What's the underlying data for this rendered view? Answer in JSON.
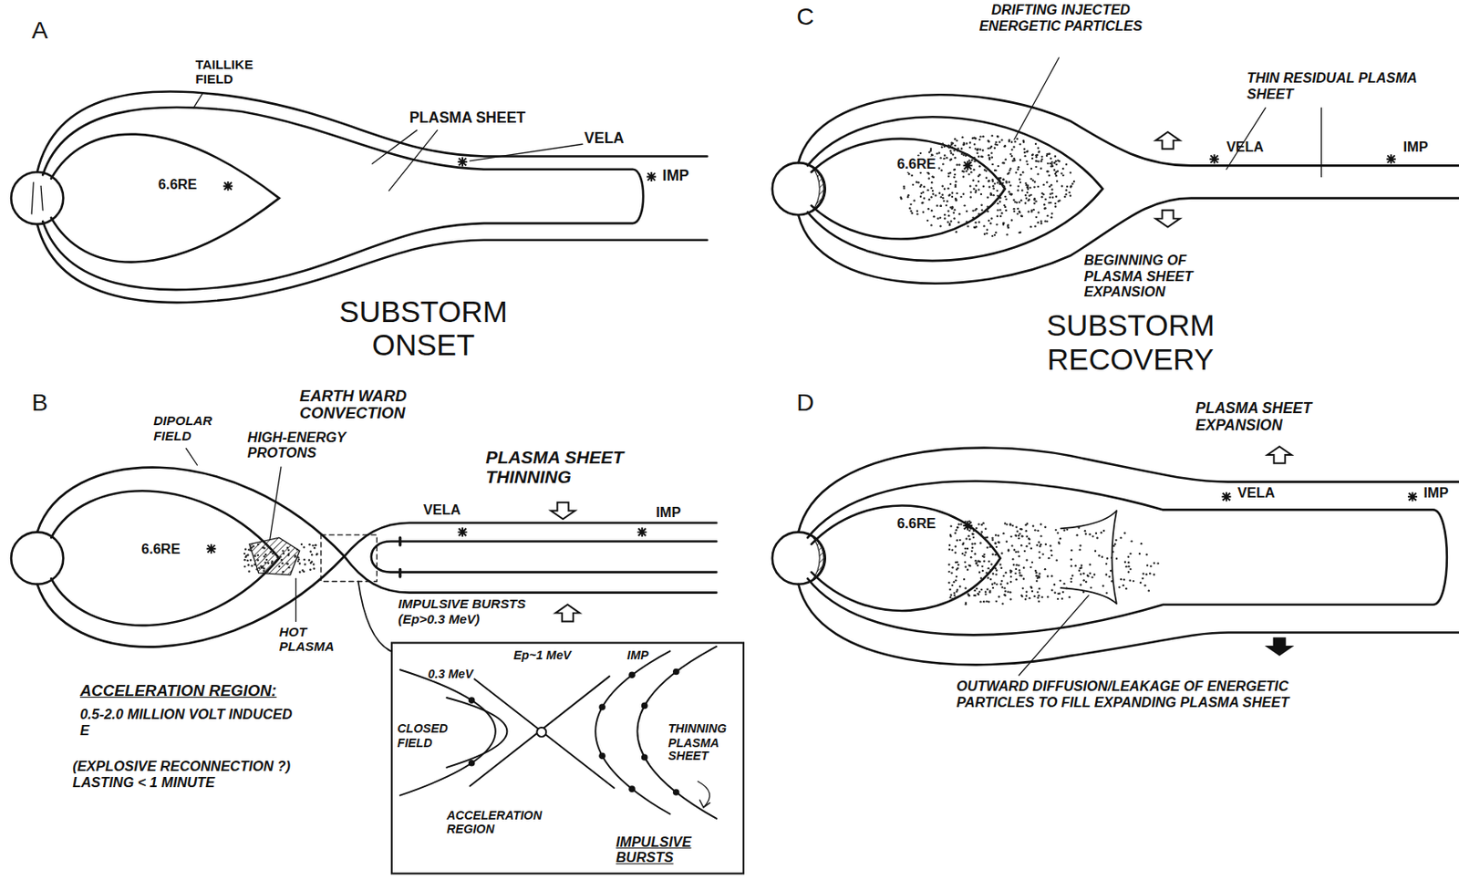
{
  "diagram": {
    "nodes": [
      {
        "text": [
          "Ep~1 MeV",
          "IMP",
          "0.3 MeV",
          "CLOSED FIELD",
          "THINNING PLASMA SHEET",
          "ACCELERATION REGION",
          "IMPULSIVE BURSTS"
        ]
      }
    ],
    "labels": [
      "A",
      "TAILLIKE FIELD",
      "PLASMA SHEET",
      "VELA",
      "IMP",
      "6.6RE",
      "SUBSTORM ONSET",
      "B",
      "DIPOLAR FIELD",
      "EARTH WARD CONVECTION",
      "HIGH-ENERGY PROTONS",
      "PLASMA SHEET THINNING",
      "VELA",
      "IMP",
      "6.6RE",
      "HOT PLASMA",
      "IMPULSIVE BURSTS (Ep>0.3 MeV)",
      "ACCELERATION REGION:",
      "0.5-2.0 MILLION VOLT INDUCED E⃗",
      "(EXPLOSIVE RECONNECTION ?) LASTING < 1 MINUTE",
      "C",
      "DRIFTING INJECTED ENERGETIC PARTICLES",
      "THIN RESIDUAL PLASMA SHEET",
      "VELA",
      "IMP",
      "6.6RE",
      "BEGINNING OF PLASMA SHEET EXPANSION",
      "SUBSTORM RECOVERY",
      "D",
      "PLASMA SHEET EXPANSION",
      "VELA",
      "IMP",
      "6.6RE",
      "OUTWARD DIFFUSION/LEAKAGE OF ENERGETIC PARTICLES TO FILL EXPANDING PLASMA SHEET"
    ]
  }
}
